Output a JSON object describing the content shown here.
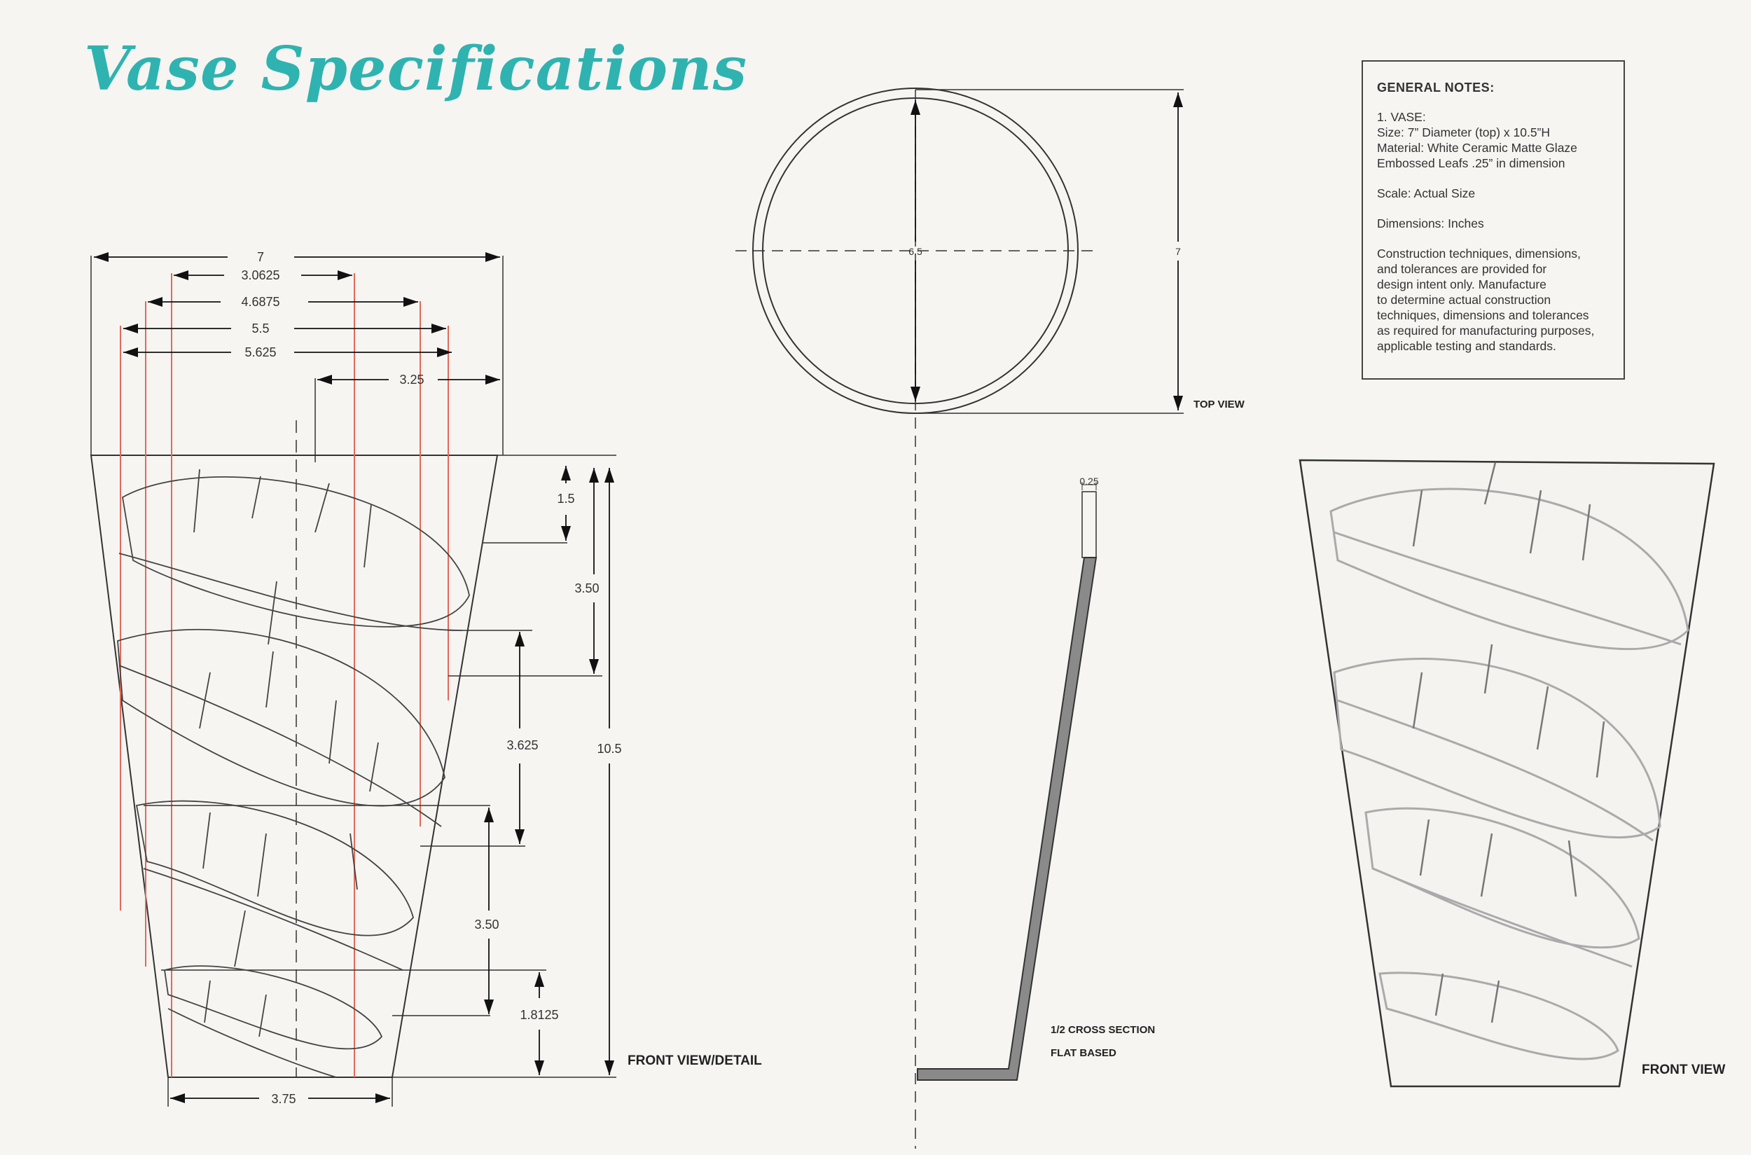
{
  "title": "Vase Specifications",
  "notes": {
    "heading": "GENERAL NOTES:",
    "vase_label": "1. VASE:",
    "size": "Size: 7” Diameter (top) x 10.5”H",
    "material": "Material: White Ceramic Matte Glaze",
    "embossed": "Embossed Leafs .25” in dimension",
    "scale": "Scale: Actual Size",
    "dimensions": "Dimensions: Inches",
    "construction": [
      "Construction techniques, dimensions,",
      "and tolerances are provided for",
      "design intent only. Manufacture",
      "to determine actual construction",
      "techniques, dimensions and tolerances",
      "as required for manufacturing purposes,",
      "applicable testing and standards."
    ]
  },
  "labels": {
    "front_detail": "FRONT VIEW/DETAIL",
    "top_view": "TOP VIEW",
    "cross_section": "1/2 CROSS SECTION",
    "flat_based": "FLAT BASED",
    "front_view": "FRONT VIEW"
  },
  "dims": {
    "w7": "7",
    "w30625": "3.0625",
    "w46875": "4.6875",
    "w55": "5.5",
    "w5625": "5.625",
    "w325": "3.25",
    "h15": "1.5",
    "h350a": "3.50",
    "h3625": "3.625",
    "h105": "10.5",
    "h350b": "3.50",
    "h18125": "1.8125",
    "base375": "3.75",
    "top_inner": "6.5",
    "top_outer": "7",
    "wall": "0.25"
  },
  "colors": {
    "line": "#333333",
    "guide": "#e06a5a",
    "accent": "#2fb3b0",
    "section": "#8a8a8a"
  }
}
